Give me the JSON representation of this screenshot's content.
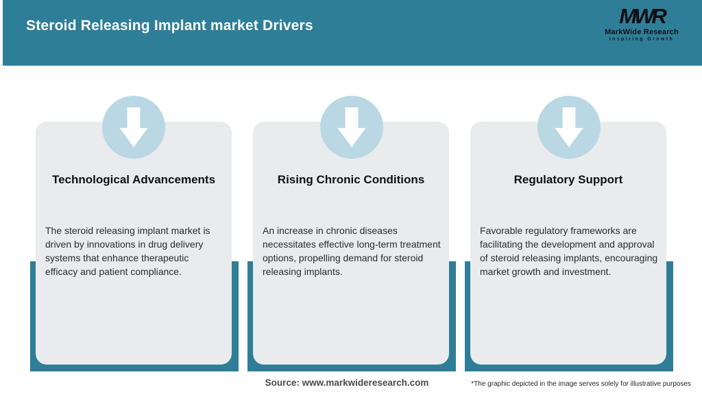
{
  "header": {
    "title": "Steroid Releasing Implant market Drivers",
    "logo": {
      "monogram": "MWR",
      "name": "MarkWide Research",
      "tagline": "Inspiring Growth"
    }
  },
  "cards": [
    {
      "icon": "down-arrow-icon",
      "title": "Technological Advancements",
      "body": "The steroid releasing implant market is driven by innovations in drug delivery systems that enhance therapeutic efficacy and patient compliance."
    },
    {
      "icon": "down-arrow-icon",
      "title": "Rising Chronic Conditions",
      "body": "An increase in chronic diseases necessitates effective long-term treatment options, propelling demand for steroid releasing implants."
    },
    {
      "icon": "down-arrow-icon",
      "title": "Regulatory Support",
      "body": "Favorable regulatory frameworks are facilitating the development and approval of steroid releasing implants, encouraging market growth and investment."
    }
  ],
  "footer": {
    "source": "Source: www.markwideresearch.com",
    "disclaimer": "*The graphic depicted in the image serves solely for illustrative purposes"
  },
  "colors": {
    "teal": "#2F7E98",
    "card_background": "#E9EBEC",
    "circle_blue": "#B9D8E4",
    "header_text": "#FFFFFF"
  }
}
